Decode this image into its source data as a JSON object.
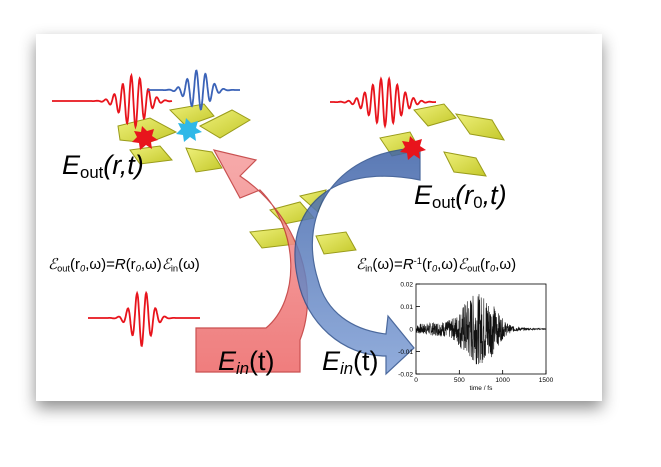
{
  "labels": {
    "e_out_rt": {
      "base": "E",
      "sub": "out",
      "args": "(r,t)"
    },
    "e_out_r0t": {
      "base": "E",
      "sub": "out",
      "args": "(r",
      "argsub": "0",
      "argtail": ",t)"
    },
    "e_in_left": {
      "base": "E",
      "sub": "in",
      "args": "(t)"
    },
    "e_in_right": {
      "base": "E",
      "sub": "in",
      "args": "(t)"
    },
    "eq_forward": {
      "script_E": "ℰ",
      "sub_out": "out",
      "p1": "(r",
      "p1sub": "0",
      "p1tail": ",ω)=",
      "R": "R",
      "p2": "(r",
      "p2sub": "0",
      "p2tail": ",ω)",
      "sub_in": "in",
      "p3": "(ω)"
    },
    "eq_inverse": {
      "script_E": "ℰ",
      "sub_in": "in",
      "p1": "(ω)=",
      "R": "R",
      "sup": "-1",
      "p2": "(r",
      "p2sub": "0",
      "p2tail": ",ω)",
      "sub_out": "out",
      "p3": "(r",
      "p3sub": "0",
      "p3tail": ",ω)"
    }
  },
  "colors": {
    "red_pulse": "#e8141c",
    "blue_pulse": "#3b63b8",
    "antenna": "#d8dc3c",
    "red_arrow": "#f07f7f",
    "blue_arrow": "#5b7fbf",
    "red_star": "#e8141c",
    "cyan_star": "#2fb8e8"
  },
  "chart_data": {
    "type": "line",
    "xlabel": "time / fs",
    "ylabel": "",
    "x_ticks": [
      "0",
      "500",
      "1000",
      "1500"
    ],
    "y_ticks": [
      "0.02",
      "0.01",
      "0",
      "-0.01",
      "-0.02"
    ],
    "xlim": [
      0,
      1500
    ],
    "ylim": [
      -0.02,
      0.02
    ]
  }
}
